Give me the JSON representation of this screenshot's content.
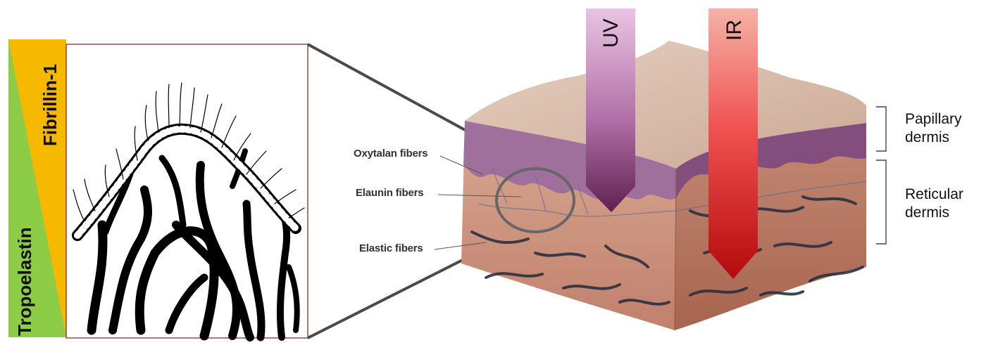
{
  "gradient_bar": {
    "top_label": "Fibrillin-1",
    "bottom_label": "Tropoelastin",
    "top_color": "#f7b800",
    "bottom_color": "#8ccc47"
  },
  "block_labels": {
    "oxytalan": "Oxytalan fibers",
    "elaunin": "Elaunin fibers",
    "elastic": "Elastic fibers"
  },
  "arrows": {
    "uv": {
      "label": "UV",
      "color_top": "#e7bfe0",
      "color_bottom": "#6e2e5a"
    },
    "ir": {
      "label": "IR",
      "color_top": "#f3a99f",
      "color_bottom": "#b80d10"
    }
  },
  "layers": {
    "papillary": [
      "Papillary",
      "dermis"
    ],
    "reticular": [
      "Reticular",
      "dermis"
    ]
  }
}
